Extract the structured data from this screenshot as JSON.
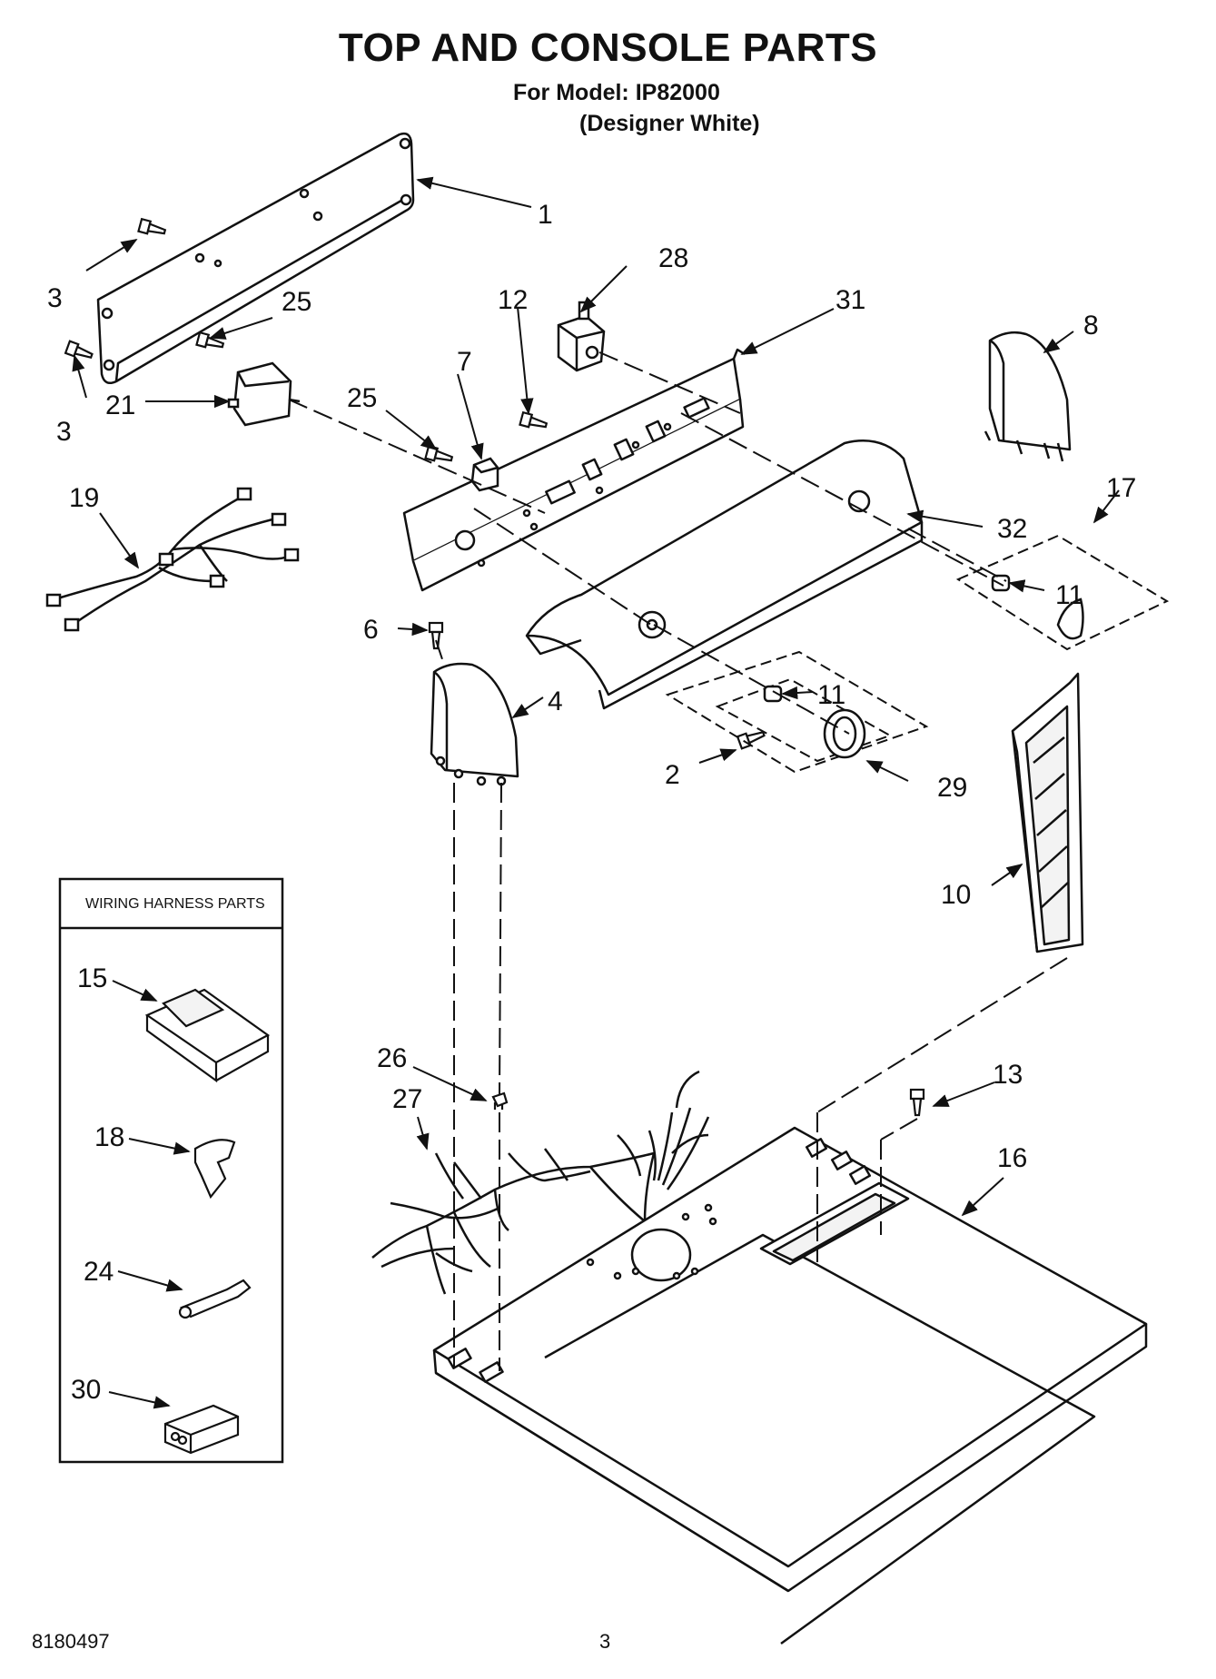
{
  "title": "TOP AND CONSOLE PARTS",
  "model_line": "For Model: IP82000",
  "variant_line": "(Designer White)",
  "footer": {
    "doc_number": "8180497",
    "page_number": "3"
  },
  "wiring_panel": {
    "title": "WIRING HARNESS PARTS",
    "callouts": [
      "15",
      "18",
      "24",
      "30"
    ]
  },
  "callouts": [
    "1",
    "2",
    "3",
    "3",
    "4",
    "6",
    "7",
    "8",
    "10",
    "11",
    "11",
    "12",
    "13",
    "16",
    "17",
    "19",
    "21",
    "25",
    "25",
    "26",
    "27",
    "28",
    "29",
    "31",
    "32"
  ]
}
